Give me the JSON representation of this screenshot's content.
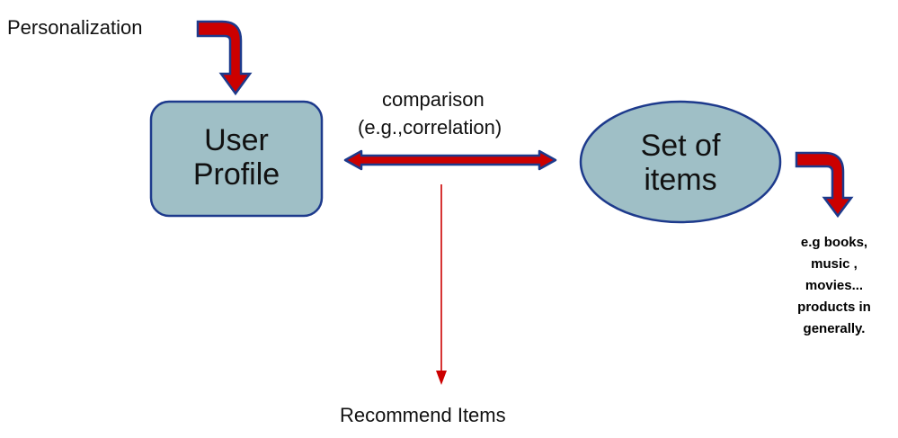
{
  "labels": {
    "personalization": "Personalization",
    "comparison_line1": "comparison",
    "comparison_line2": "(e.g.,correlation)",
    "recommend": "Recommend Items"
  },
  "nodes": {
    "user_profile": {
      "line1": "User",
      "line2": "Profile"
    },
    "set_of_items": {
      "line1": "Set of",
      "line2": "items"
    }
  },
  "examples": {
    "lines": [
      "e.g books,",
      "music ,",
      "movies...",
      "products in",
      "generally."
    ]
  },
  "colors": {
    "node_fill": "#9fbfc6",
    "node_stroke": "#1d3a8c",
    "arrow_red": "#cc0000",
    "arrow_navy": "#1d3a8c"
  }
}
